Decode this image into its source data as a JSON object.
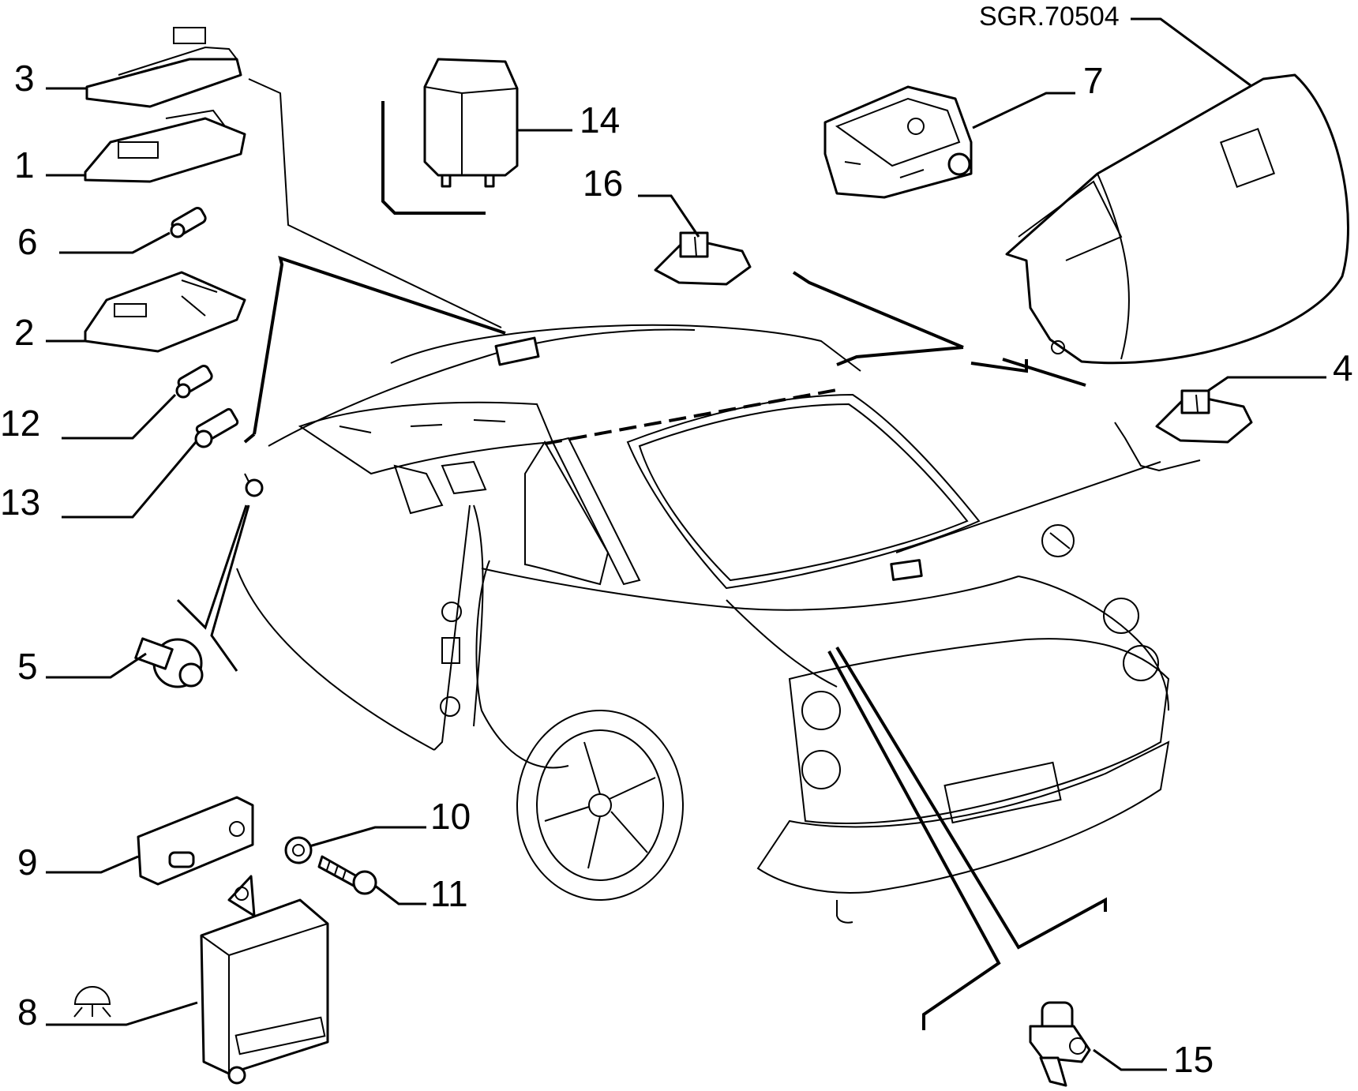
{
  "drawing_reference": "SGR.70504",
  "callouts": {
    "p1": "1",
    "p2": "2",
    "p3": "3",
    "p4": "4",
    "p5": "5",
    "p6": "6",
    "p7": "7",
    "p8": "8",
    "p9": "9",
    "p10": "10",
    "p11": "11",
    "p12": "12",
    "p13": "13",
    "p14": "14",
    "p15": "15",
    "p16": "16"
  },
  "icons": {
    "interior_light_symbol": "dome-light-icon"
  }
}
